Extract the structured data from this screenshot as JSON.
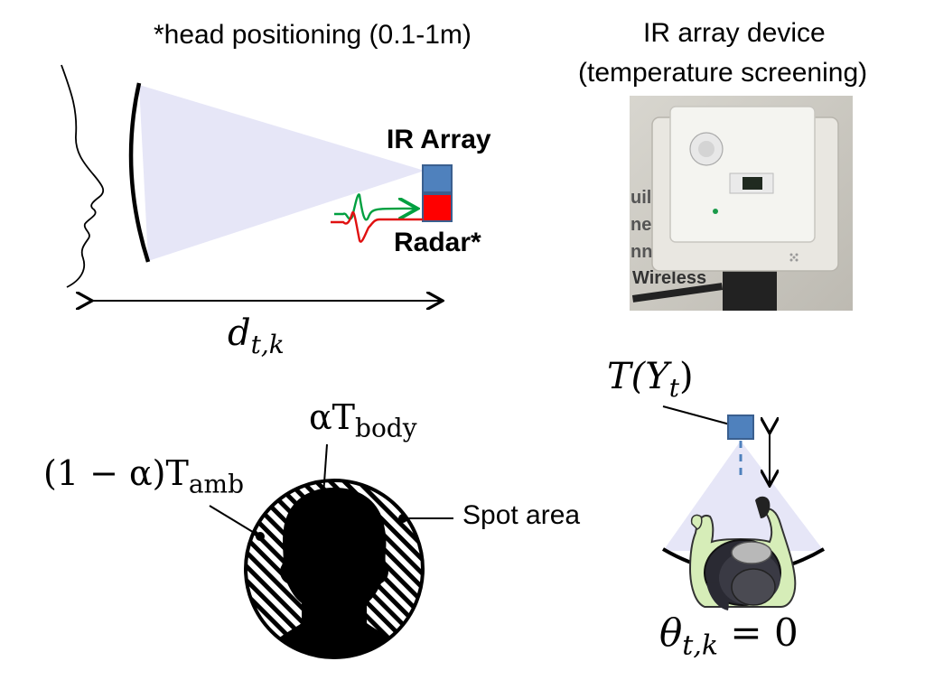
{
  "top_left": {
    "caption": "*head positioning (0.1-1m)",
    "ir_array_label": "IR Array",
    "radar_label": "Radar*",
    "distance_var": "d",
    "distance_sub": "t,k"
  },
  "top_right": {
    "caption_line1": "IR array device",
    "caption_line2": "(temperature screening)",
    "device_photo_text": "Wireless"
  },
  "bottom_left": {
    "body_label_prefix": "αT",
    "body_label_sub": "body",
    "amb_label_prefix": "(1 − α)T",
    "amb_label_sub": "amb",
    "spot_label": "Spot area"
  },
  "bottom_right": {
    "top_label": "T(Y",
    "top_label_sub": "t",
    "top_label_close": ")",
    "angle_var": "θ",
    "angle_sub": "t,k",
    "angle_eq": " = 0"
  },
  "colors": {
    "beam": "#e6e6f7",
    "ir_blue": "#4f81bd",
    "radar_red": "#ff0000",
    "wave_green": "#00a040",
    "device_body": "#f4f4f0"
  }
}
